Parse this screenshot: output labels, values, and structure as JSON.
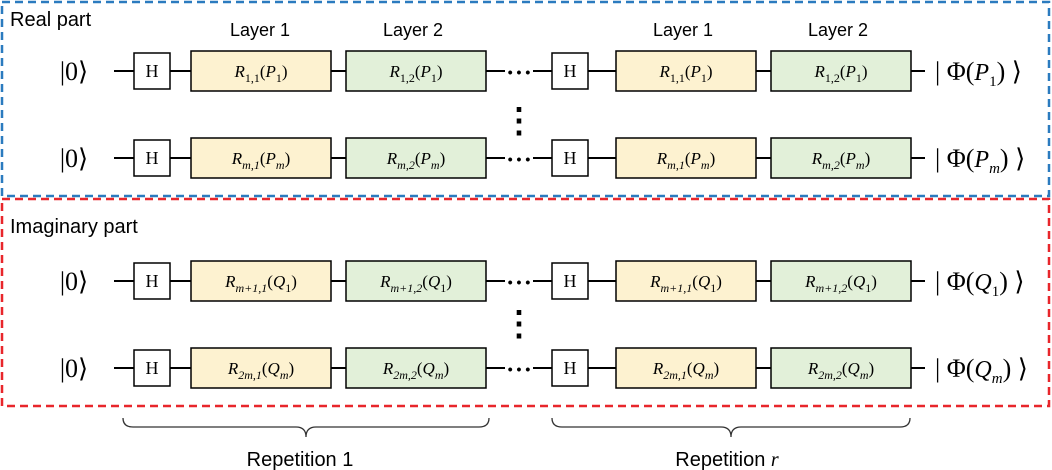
{
  "sections": [
    {
      "title": "Real part",
      "border_color": "#2b7bbf",
      "rows": [
        {
          "ket": "|0⟩",
          "gate": "H",
          "rep1": [
            {
              "R": "R",
              "sub": "1,1",
              "arg": "P",
              "argsub": "1"
            },
            {
              "R": "R",
              "sub": "1,2",
              "arg": "P",
              "argsub": "1"
            }
          ],
          "repr": [
            {
              "R": "R",
              "sub": "1,1",
              "arg": "P",
              "argsub": "1"
            },
            {
              "R": "R",
              "sub": "1,2",
              "arg": "P",
              "argsub": "1"
            }
          ],
          "output": {
            "phi": "Φ",
            "arg": "P",
            "argsub": "1"
          }
        },
        {
          "ket": "|0⟩",
          "gate": "H",
          "rep1": [
            {
              "R": "R",
              "sub": "m,1",
              "arg": "P",
              "argsub": "m"
            },
            {
              "R": "R",
              "sub": "m,2",
              "arg": "P",
              "argsub": "m"
            }
          ],
          "repr": [
            {
              "R": "R",
              "sub": "m,1",
              "arg": "P",
              "argsub": "m"
            },
            {
              "R": "R",
              "sub": "m,2",
              "arg": "P",
              "argsub": "m"
            }
          ],
          "output": {
            "phi": "Φ",
            "arg": "P",
            "argsub": "m"
          }
        }
      ]
    },
    {
      "title": "Imaginary part",
      "border_color": "#e8262b",
      "rows": [
        {
          "ket": "|0⟩",
          "gate": "H",
          "rep1": [
            {
              "R": "R",
              "sub": "m+1,1",
              "arg": "Q",
              "argsub": "1"
            },
            {
              "R": "R",
              "sub": "m+1,2",
              "arg": "Q",
              "argsub": "1"
            }
          ],
          "repr": [
            {
              "R": "R",
              "sub": "m+1,1",
              "arg": "Q",
              "argsub": "1"
            },
            {
              "R": "R",
              "sub": "m+1,2",
              "arg": "Q",
              "argsub": "1"
            }
          ],
          "output": {
            "phi": "Φ",
            "arg": "Q",
            "argsub": "1"
          }
        },
        {
          "ket": "|0⟩",
          "gate": "H",
          "rep1": [
            {
              "R": "R",
              "sub": "2m,1",
              "arg": "Q",
              "argsub": "m"
            },
            {
              "R": "R",
              "sub": "2m,2",
              "arg": "Q",
              "argsub": "m"
            }
          ],
          "repr": [
            {
              "R": "R",
              "sub": "2m,1",
              "arg": "Q",
              "argsub": "m"
            },
            {
              "R": "R",
              "sub": "2m,2",
              "arg": "Q",
              "argsub": "m"
            }
          ],
          "output": {
            "phi": "Φ",
            "arg": "Q",
            "argsub": "m"
          }
        }
      ]
    }
  ],
  "layer_labels": [
    "Layer 1",
    "Layer 2"
  ],
  "layer1_color": "#fdf2d0",
  "layer2_color": "#e2f0d9",
  "row_ellipsis": "• • •",
  "section_vdots": "⋮",
  "repetition_labels": [
    {
      "text": "Repetition ",
      "var": ""
    },
    {
      "text": "1",
      "var": ""
    },
    {
      "text": "Repetition ",
      "var": "r"
    }
  ]
}
